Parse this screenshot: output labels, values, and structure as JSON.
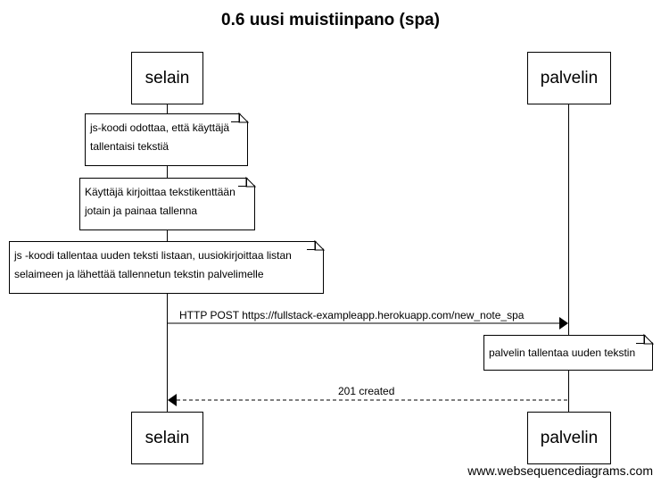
{
  "title": "0.6 uusi muistiinpano (spa)",
  "participants": {
    "browser": "selain",
    "server": "palvelin"
  },
  "notes": {
    "n1": [
      "js-koodi odottaa, että käyttäjä",
      "tallentaisi tekstiä"
    ],
    "n2": [
      "Käyttäjä kirjoittaa tekstikenttään",
      "jotain ja painaa tallenna"
    ],
    "n3": [
      "js -koodi tallentaa uuden teksti listaan, uusiokirjoittaa listan",
      "selaimeen ja lähettää tallennetun tekstin palvelimelle"
    ],
    "n4": [
      "palvelin tallentaa uuden tekstin"
    ]
  },
  "messages": {
    "post": "HTTP POST https://fullstack-exampleapp.herokuapp.com/new_note_spa",
    "response": "201 created"
  },
  "footer": "www.websequencediagrams.com"
}
